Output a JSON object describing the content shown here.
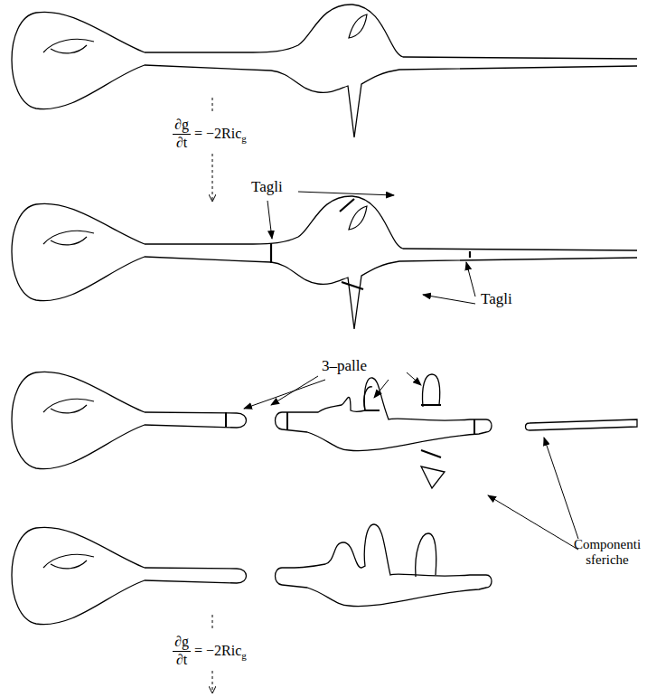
{
  "diagram": {
    "labels": [
      "∂g",
      "∂t",
      "= −2Ric",
      "g",
      "Tagli",
      "Tagli",
      "3–palle",
      "Componenti sferiche",
      "∂g",
      "∂t",
      "= −2Ric",
      "g"
    ]
  }
}
